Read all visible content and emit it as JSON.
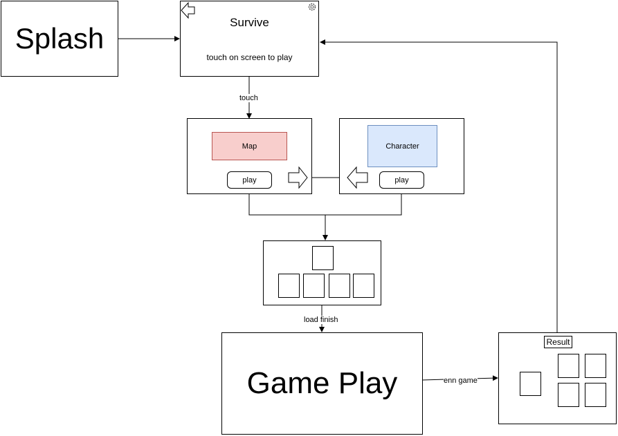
{
  "splash": {
    "label": "Splash"
  },
  "survive_screen": {
    "title": "Survive",
    "subtitle": "touch on screen to play",
    "back_icon": "back-arrow-icon",
    "settings_icon": "gear-icon"
  },
  "edges": {
    "touch": "touch",
    "load_finish": "load finish",
    "end_game": "enn game"
  },
  "map_screen": {
    "map_label": "Map",
    "play_label": "play",
    "map_color": "#f8cecc",
    "map_border": "#b85450"
  },
  "character_screen": {
    "character_label": "Character",
    "play_label": "play",
    "character_color": "#dae8fc",
    "character_border": "#6c8ebf"
  },
  "game_play": {
    "label": "Game Play"
  },
  "result_screen": {
    "label": "Result"
  }
}
